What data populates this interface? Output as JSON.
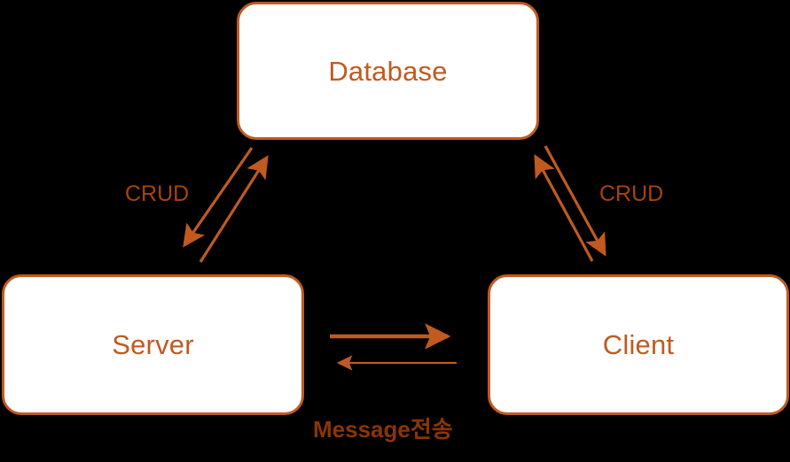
{
  "diagram": {
    "title": "Client-Server-Database architecture diagram",
    "background_color": "#000000",
    "accent_color": "#C05A20",
    "label_color": "#A8430A",
    "emphasis_color": "#8C3503",
    "node_fill_color": "#FFFFFF",
    "nodes": [
      {
        "id": "database",
        "label": "Database"
      },
      {
        "id": "server",
        "label": "Server"
      },
      {
        "id": "client",
        "label": "Client"
      }
    ],
    "edges": [
      {
        "id": "server-database",
        "from": "Server",
        "to": "Database",
        "label": "CRUD",
        "direction": "bidirectional"
      },
      {
        "id": "database-client",
        "from": "Database",
        "to": "Client",
        "label": "CRUD",
        "direction": "bidirectional"
      },
      {
        "id": "server-client",
        "from": "Server",
        "to": "Client",
        "label": "Message전송",
        "direction": "bidirectional"
      }
    ],
    "labels": {
      "crud_left": "CRUD",
      "crud_right": "CRUD",
      "message": "Message전송"
    }
  }
}
